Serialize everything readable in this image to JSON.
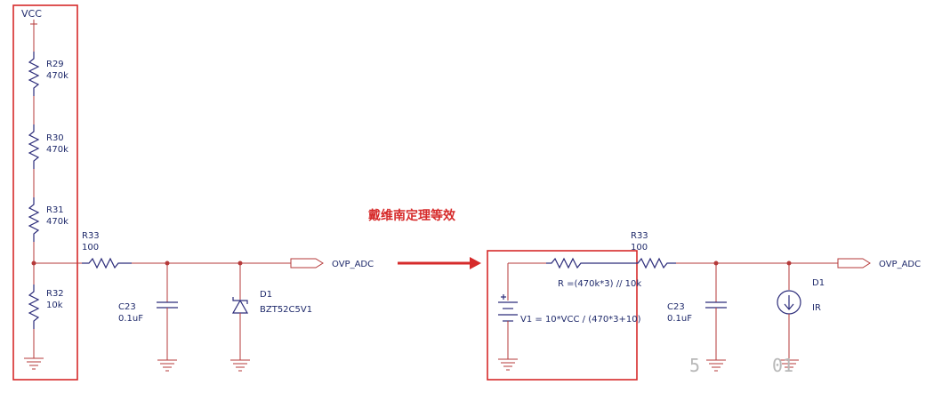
{
  "left_circuit": {
    "vcc_label": "VCC",
    "r29": {
      "ref": "R29",
      "value": "470k"
    },
    "r30": {
      "ref": "R30",
      "value": "470k"
    },
    "r31": {
      "ref": "R31",
      "value": "470k"
    },
    "r32": {
      "ref": "R32",
      "value": "10k"
    },
    "r33": {
      "ref": "R33",
      "value": "100"
    },
    "c23": {
      "ref": "C23",
      "value": "0.1uF"
    },
    "d1": {
      "ref": "D1",
      "value": "BZT52C5V1"
    },
    "port": "OVP_ADC"
  },
  "middle_label": "戴维南定理等效",
  "right_circuit": {
    "r_equiv": "R  =(470k*3) // 10k",
    "v_equiv": "V1  = 10*VCC / (470*3+10)",
    "r33": {
      "ref": "R33",
      "value": "100"
    },
    "c23": {
      "ref": "C23",
      "value": "0.1uF"
    },
    "d1": {
      "ref": "D1",
      "value": "IR"
    },
    "port": "OVP_ADC"
  },
  "ghost_text": {
    "a": "5",
    "b": "01"
  },
  "colors": {
    "wire": "#b53a3a",
    "component": "#2c2c7a",
    "label": "#1f2a6b",
    "highlight": "#d62a2a"
  }
}
